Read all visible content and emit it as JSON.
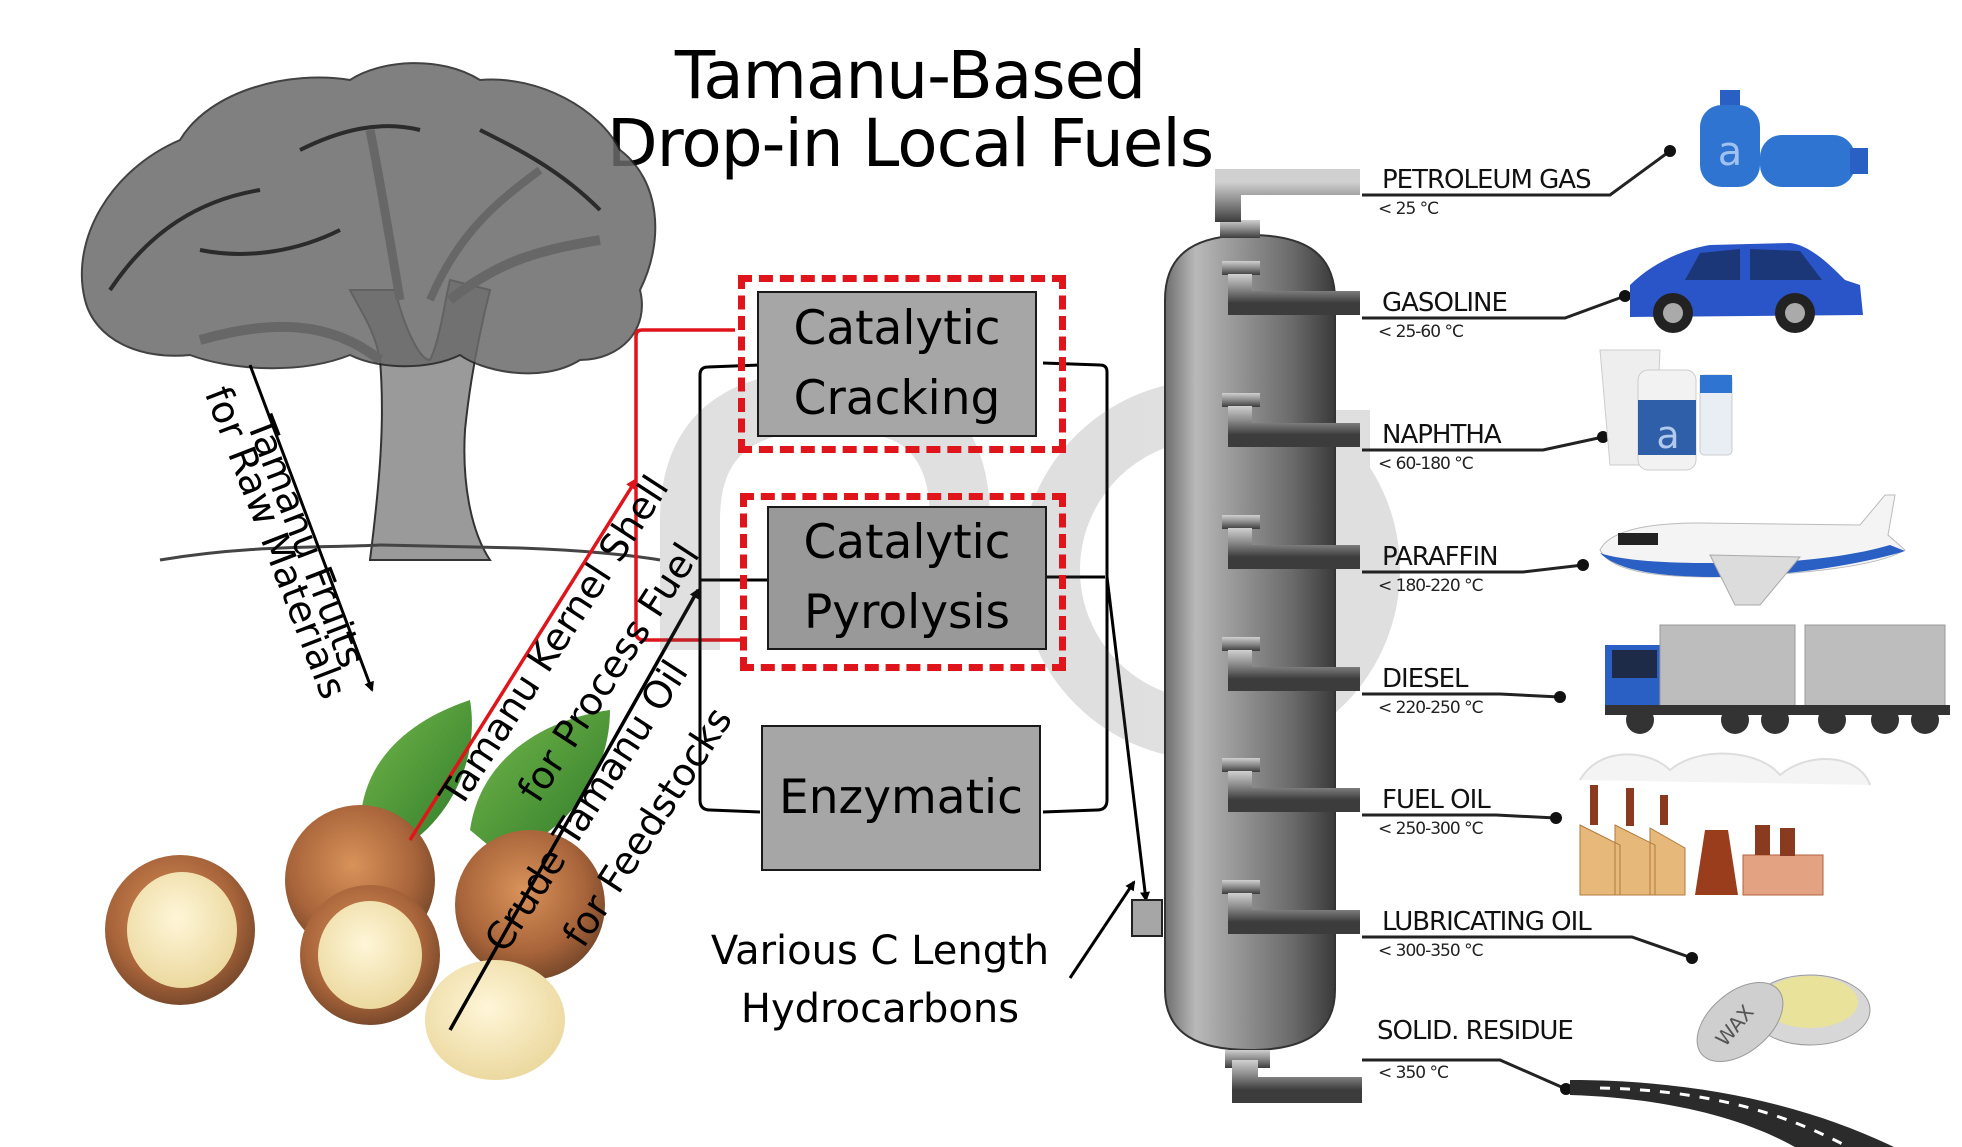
{
  "title": {
    "line1": "Tamanu-Based",
    "line2": "Drop-in Local Fuels"
  },
  "colors": {
    "shell_path": "#e0141b",
    "oil_path": "#000000",
    "process_box_fill": "#a6a6a6",
    "highlight_dash": "#e0141b",
    "column_gray": "#8c8c8c",
    "product_blue": "#2a5fc4"
  },
  "source": {
    "tree_label": "tamanu-tree-illustration",
    "nuts_label": "tamanu-nuts-photo",
    "arrow_fruits": {
      "line1": "Tamanu Fruits",
      "line2": "for Raw Materials"
    },
    "arrow_shell": {
      "line1": "Tamanu Kernel Shell",
      "line2": "for Process Fuel"
    },
    "arrow_oil": {
      "line1": "Crude Tamanu Oil",
      "line2": "for Feedstocks"
    }
  },
  "processes": [
    {
      "line1": "Catalytic",
      "line2": "Cracking",
      "highlighted": true
    },
    {
      "line1": "Catalytic",
      "line2": "Pyrolysis",
      "highlighted": true
    },
    {
      "line1": "Enzymatic",
      "line2": "",
      "highlighted": false
    }
  ],
  "output_caption": {
    "line1": "Various C Length",
    "line2": "Hydrocarbons"
  },
  "watermark": "alamy",
  "fractions": [
    {
      "name": "PETROLEUM GAS",
      "temp": "< 25 °C",
      "product_icon": "gas-cylinder-icon"
    },
    {
      "name": "GASOLINE",
      "temp": "< 25-60 °C",
      "product_icon": "car-icon"
    },
    {
      "name": "NAPHTHA",
      "temp": "< 60-180 °C",
      "product_icon": "chemical-bottles-icon"
    },
    {
      "name": "PARAFFIN",
      "temp": "< 180-220 °C",
      "product_icon": "airplane-icon"
    },
    {
      "name": "DIESEL",
      "temp": "< 220-250 °C",
      "product_icon": "truck-icon"
    },
    {
      "name": "FUEL OIL",
      "temp": "< 250-300 °C",
      "product_icon": "factory-icon"
    },
    {
      "name": "LUBRICATING OIL",
      "temp": "< 300-350 °C",
      "product_icon": "wax-tin-icon"
    },
    {
      "name": "SOLID. RESIDUE",
      "temp": "< 350 °C",
      "product_icon": "road-icon"
    }
  ],
  "product_badges": {
    "gas_letter": "a",
    "bottle_letter": "a",
    "wax_text": "WAX"
  }
}
